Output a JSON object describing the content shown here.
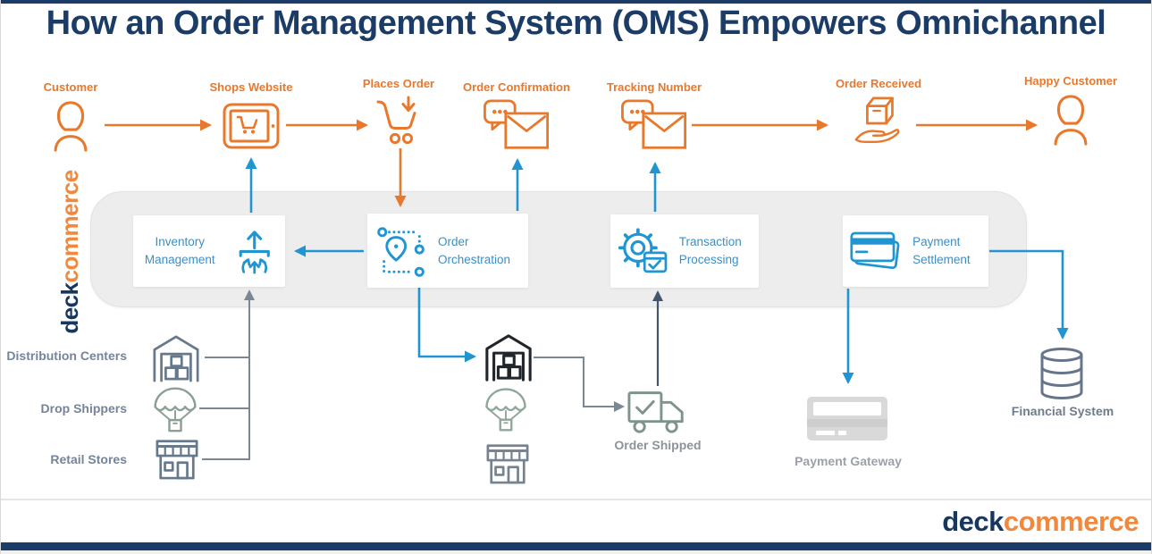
{
  "title": "How an Order Management System (OMS) Empowers Omnichannel",
  "brand": {
    "name_dark": "deck",
    "name_accent": "commerce"
  },
  "colors": {
    "navy": "#1b3c66",
    "orange": "#e8782c",
    "blue": "#2095d2",
    "module_text_blue": "#3e8ec4",
    "band_gray": "#ededed",
    "source_gray": "#75849b",
    "slate": "#44546a",
    "connector_gray": "#7c8795",
    "card_gray": "#d9d9d9",
    "sage": "#8fa79a"
  },
  "top_flow": {
    "nodes": [
      {
        "label": "Customer",
        "icon": "customer-icon"
      },
      {
        "label": "Shops Website",
        "icon": "website-tablet-icon"
      },
      {
        "label": "Places Order",
        "icon": "cart-icon"
      },
      {
        "label": "Order Confirmation",
        "icon": "message-envelope-icon"
      },
      {
        "label": "Tracking Number",
        "icon": "message-envelope-icon"
      },
      {
        "label": "Order Received",
        "icon": "box-hand-icon"
      },
      {
        "label": "Happy Customer",
        "icon": "customer-icon"
      }
    ]
  },
  "oms_band": {
    "vertical_brand_dark": "deck",
    "vertical_brand_accent": "commerce",
    "modules": [
      {
        "label": "Inventory Management",
        "icon": "inventory-arrows-icon"
      },
      {
        "label": "Order Orchestration",
        "icon": "route-pin-icon"
      },
      {
        "label": "Transaction Processing",
        "icon": "gear-checklist-icon"
      },
      {
        "label": "Payment Settlement",
        "icon": "credit-cards-icon"
      }
    ]
  },
  "sources": [
    {
      "label": "Distribution Centers",
      "icon": "warehouse-icon"
    },
    {
      "label": "Drop Shippers",
      "icon": "parachute-icon"
    },
    {
      "label": "Retail Stores",
      "icon": "storefront-icon"
    }
  ],
  "fulfillment": {
    "order_shipped_label": "Order Shipped"
  },
  "finance": {
    "payment_gateway_label": "Payment Gateway",
    "financial_system_label": "Financial System"
  },
  "footer": {
    "logo_dark": "deck",
    "logo_accent": "commerce"
  }
}
